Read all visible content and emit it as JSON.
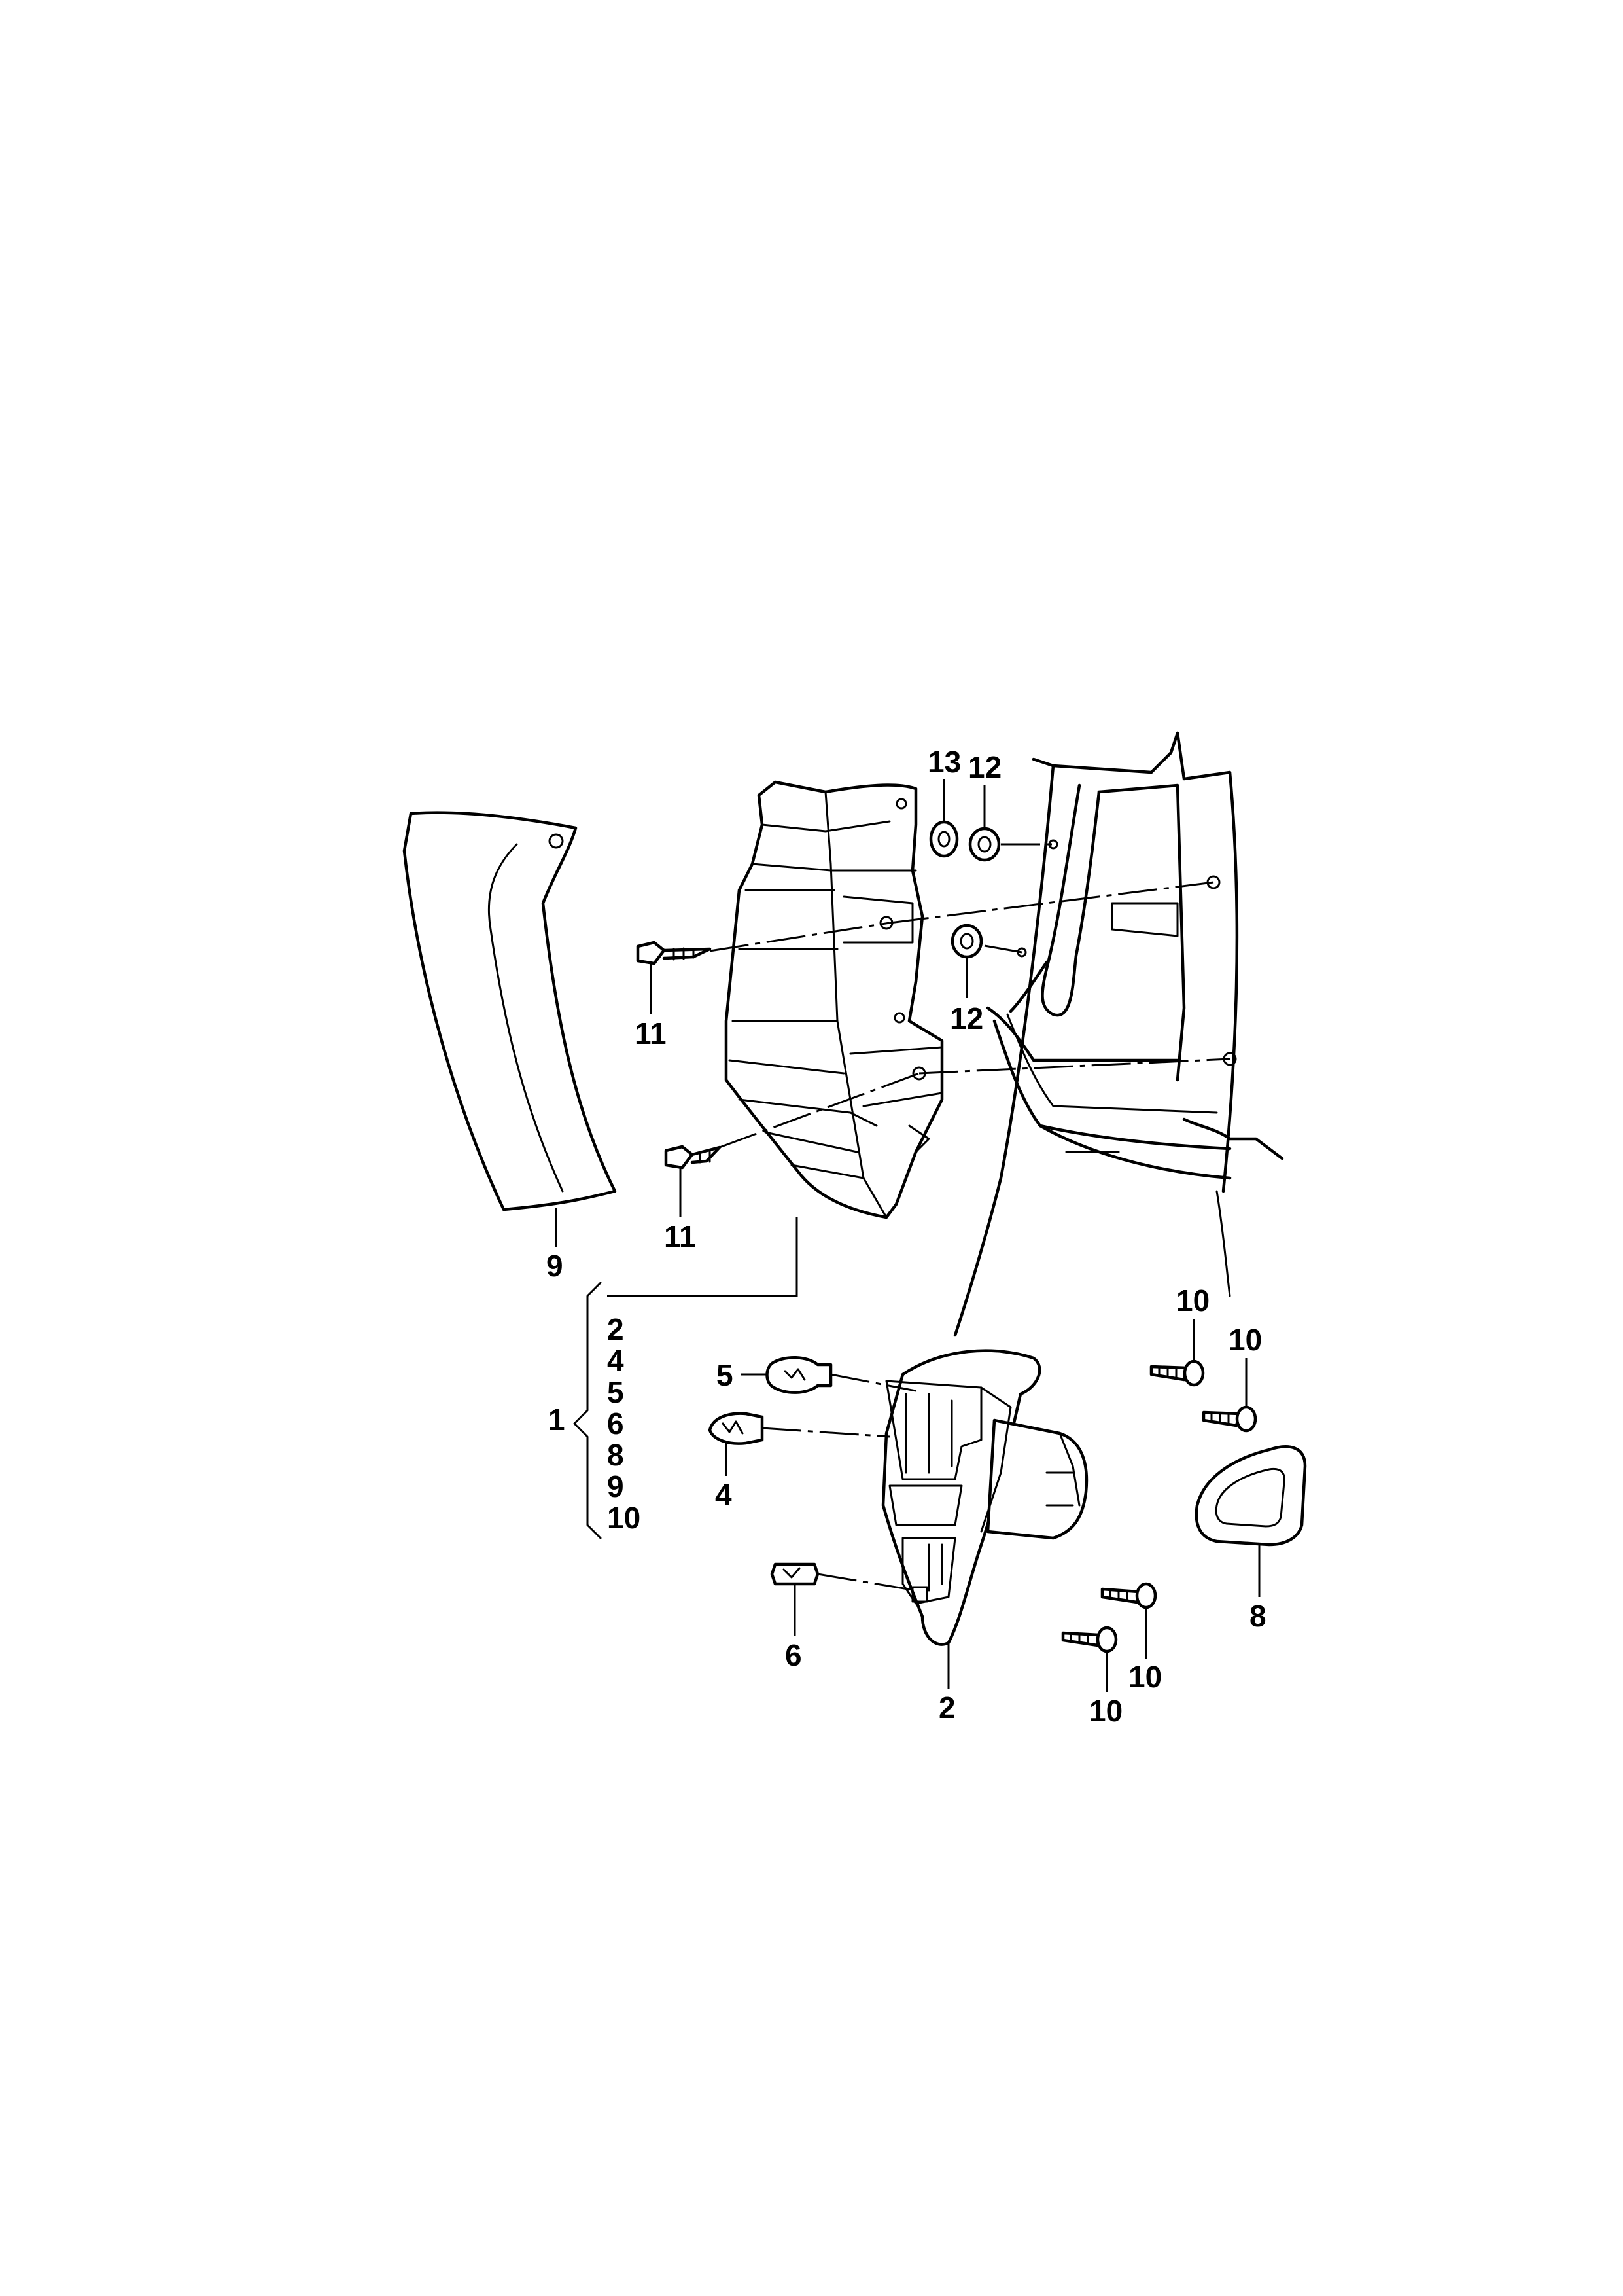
{
  "callouts": {
    "c13": "13",
    "c12_top": "12",
    "c12_mid": "12",
    "c11_top": "11",
    "c11_bottom": "11",
    "c9": "9",
    "c1": "1",
    "c5": "5",
    "c4": "4",
    "c6": "6",
    "c2": "2",
    "c8": "8",
    "c10_a": "10",
    "c10_b": "10",
    "c10_c": "10",
    "c10_d": "10"
  },
  "kit_list": [
    "2",
    "4",
    "5",
    "6",
    "8",
    "9",
    "10"
  ]
}
